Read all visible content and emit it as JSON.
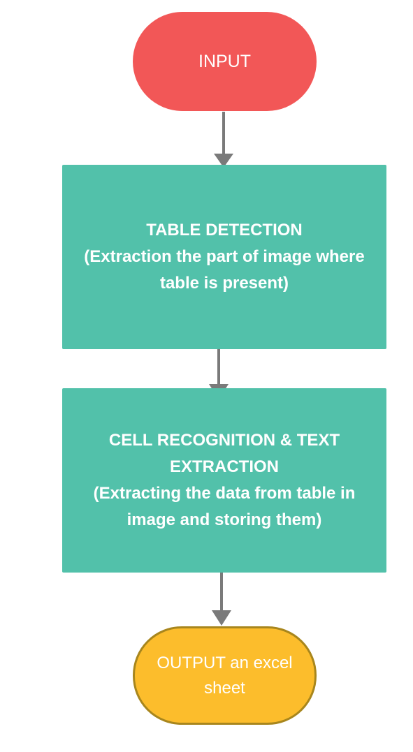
{
  "colors": {
    "input_fill": "#f25757",
    "process_fill": "#52c1aa",
    "output_fill": "#fcbd2c",
    "output_border": "#a8861d",
    "connector": "#7a7a7a",
    "text": "#ffffff"
  },
  "nodes": {
    "input": {
      "label": "INPUT"
    },
    "table_detection": {
      "lines": [
        "TABLE DETECTION",
        "(Extraction the part of image where",
        "table is present)"
      ]
    },
    "cell_recognition": {
      "lines": [
        "CELL RECOGNITION & TEXT",
        "EXTRACTION",
        "(Extracting the data from table in",
        "image and storing them)"
      ]
    },
    "output": {
      "lines": [
        "OUTPUT an excel",
        "sheet"
      ]
    }
  }
}
